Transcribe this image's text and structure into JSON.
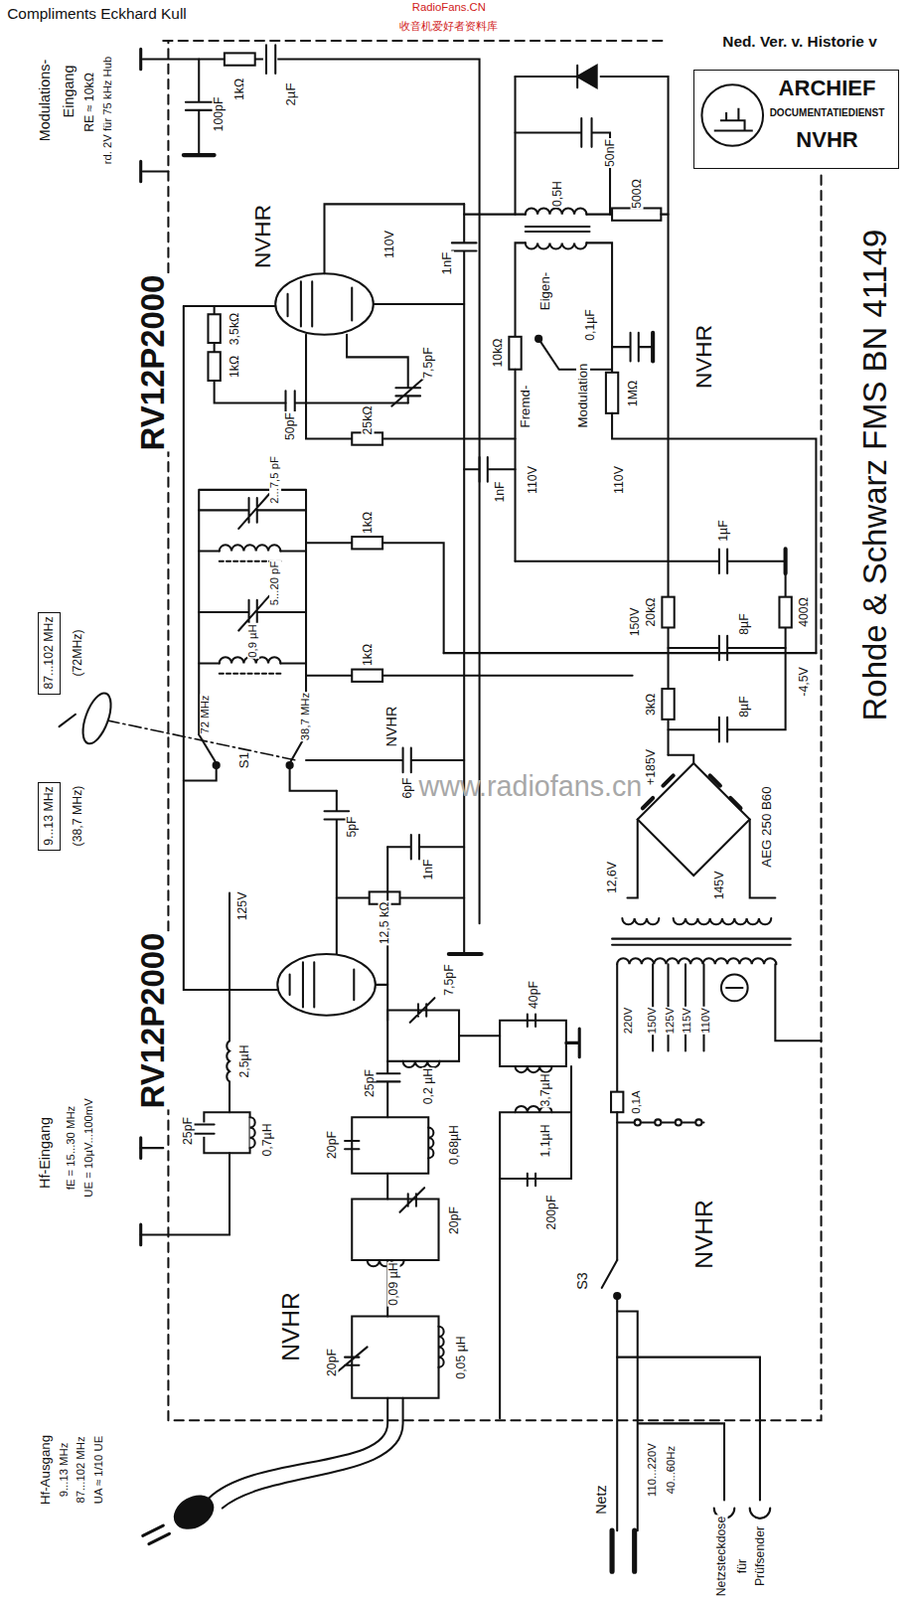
{
  "diagram": {
    "nodes": [
      {
        "text": [
          "ARCHIEF",
          "DOCUMENTATIEDIENST",
          "NVHR"
        ]
      },
      {
        "text": [
          "87...102 MHz"
        ]
      },
      {
        "text": [
          "9...13 MHz"
        ]
      }
    ],
    "labels": [
      "Compliments Eckhard Kull",
      "RadioFans.CN",
      "收音机爱好者资料库",
      "Ned. Ver. v. Historie v",
      "Modulations-",
      "Eingang",
      "RE ≈ 10kΩ",
      "rd. 2V für 75 kHz Hub",
      "100pF",
      "1kΩ",
      "2µF",
      "NVHR",
      "RV12P2000",
      "110V",
      "1nF",
      "50nF",
      "0,5H",
      "500Ω",
      "Eigen-",
      "0,1µF",
      "NVHR",
      "10kΩ",
      "Fremd-",
      "Modulation",
      "1MΩ",
      "3,5kΩ",
      "1kΩ",
      "7,5pF",
      "50pF",
      "25kΩ",
      "1nF",
      "110V",
      "110V",
      "1µF",
      "2...7,5 pF",
      "1kΩ",
      "5...20 pF",
      "0,9 µH",
      "1kΩ",
      "150V",
      "20kΩ",
      "8µF",
      "400Ω",
      "3kΩ",
      "8µF",
      "+185V",
      "-4,5V",
      "(72MHz)",
      "(38,7 MHz)",
      "72 MHz",
      "S1",
      "38,7 MHz",
      "NVHR",
      "6pF",
      "5pF",
      "1nF",
      "12,5 kΩ",
      "125V",
      "RV12P2000",
      "2,5µH",
      "25pF",
      "0,7µH",
      "Hf-Eingang",
      "fE = 15...30 MHz",
      "UE = 10µV...100mV",
      "7,5pF",
      "25pF",
      "0,2 µH",
      "40pF",
      "3,7µH",
      "1,1µH",
      "200pF",
      "20pF",
      "0,68µH",
      "20pF",
      "0,09 µH",
      "0,05 µH",
      "20pF",
      "NVHR",
      "Hf-Ausgang",
      "9...13 MHz",
      "87...102 MHz",
      "UA ≈ 1/10 UE",
      "12,6V",
      "145V",
      "AEG 250 B60",
      "220V",
      "150V",
      "125V",
      "115V",
      "110V",
      "0,1A",
      "S3",
      "NVHR",
      "Netz",
      "110...220V",
      "40...60Hz",
      "Netzsteckdose",
      "für",
      "Prüfsender",
      "Rohde & Schwarz FMS BN 41149",
      "www.radiofans.cn"
    ]
  }
}
